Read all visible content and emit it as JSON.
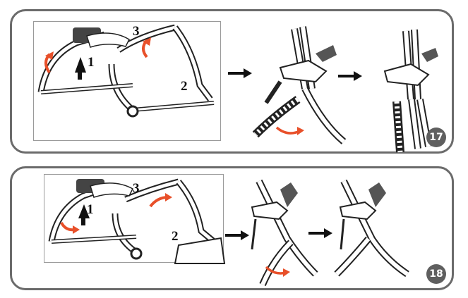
{
  "panels": [
    {
      "badge": "17",
      "labels": {
        "one": "1",
        "two": "2",
        "three": "3"
      }
    },
    {
      "badge": "18",
      "labels": {
        "one": "1",
        "two": "2",
        "three": "3"
      }
    }
  ],
  "colors": {
    "frame": "#6b6b6b",
    "badge_bg": "#5f5f5f",
    "accent_arrow": "#e8502a",
    "line_art": "#222222"
  }
}
